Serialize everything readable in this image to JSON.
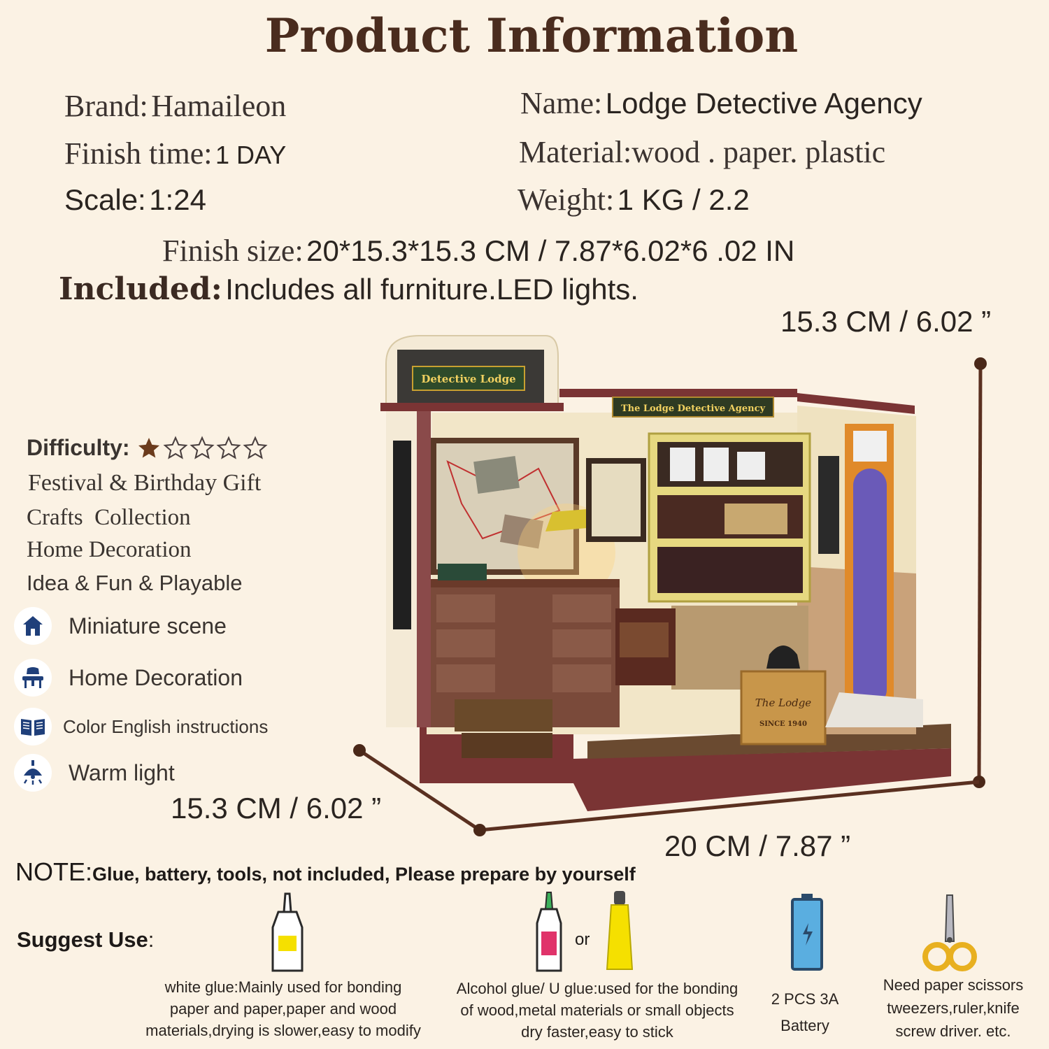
{
  "title": "Product Information",
  "specs": {
    "brand_label": "Brand:",
    "brand_value": "Hamaileon",
    "name_label": "Name:",
    "name_value": "Lodge Detective Agency",
    "finish_time_label": "Finish time:",
    "finish_time_value": "1 DAY",
    "material_label": "Material:",
    "material_value": "wood . paper. plastic",
    "scale_label": "Scale:",
    "scale_value": "1:24",
    "weight_label": "Weight:",
    "weight_value": "1 KG / 2.2",
    "finish_size_label": "Finish size:",
    "finish_size_value": "20*15.3*15.3 CM / 7.87*6.02*6 .02 IN",
    "included_label": "Included:",
    "included_value": "Includes all furniture.LED lights."
  },
  "difficulty": {
    "label": "Difficulty:",
    "rating": 1,
    "max": 5
  },
  "features": [
    "Festival & Birthday Gift",
    "Crafts  Collection",
    "Home Decoration",
    "Idea & Fun & Playable"
  ],
  "icon_features": [
    {
      "icon": "house-icon",
      "label": "Miniature scene"
    },
    {
      "icon": "table-lamp-icon",
      "label": "Home Decoration"
    },
    {
      "icon": "book-icon",
      "label": "Color English instructions"
    },
    {
      "icon": "ceiling-light-icon",
      "label": "Warm light"
    }
  ],
  "dimensions": {
    "height": "15.3 CM / 6.02 ”",
    "depth": "15.3 CM / 6.02 ”",
    "width": "20 CM / 7.87 ”"
  },
  "signs": {
    "top_sign": "Detective Lodge",
    "wall_sign": "The Lodge Detective Agency",
    "crate_brand": "The Lodge",
    "crate_year": "SINCE 1940"
  },
  "note": {
    "label": "NOTE:",
    "text": "Glue, battery, tools, not included, Please prepare by yourself"
  },
  "suggest": {
    "label": "Suggest Use",
    "colon": ":",
    "or_text": "or",
    "white_glue": [
      "white glue:Mainly used for bonding",
      "paper and paper,paper and wood",
      "materials,drying is slower,easy  to modify"
    ],
    "alcohol_glue": [
      "Alcohol glue/ U glue:used for the bonding",
      "of wood,metal materials or small objects",
      "dry faster,easy to stick"
    ],
    "battery": [
      "2 PCS 3A",
      "Battery"
    ],
    "tools": [
      "Need paper scissors",
      "tweezers,ruler,knife",
      "screw driver. etc."
    ]
  },
  "colors": {
    "background": "#fbf2e4",
    "title": "#4a2c1e",
    "dimension_line": "#5a3020",
    "icon_blue": "#1f3f7a",
    "star": "#6b3b1c",
    "battery_blue": "#5aaee0",
    "glue_yellow": "#f5e000",
    "scissors_gold": "#e8b020"
  }
}
